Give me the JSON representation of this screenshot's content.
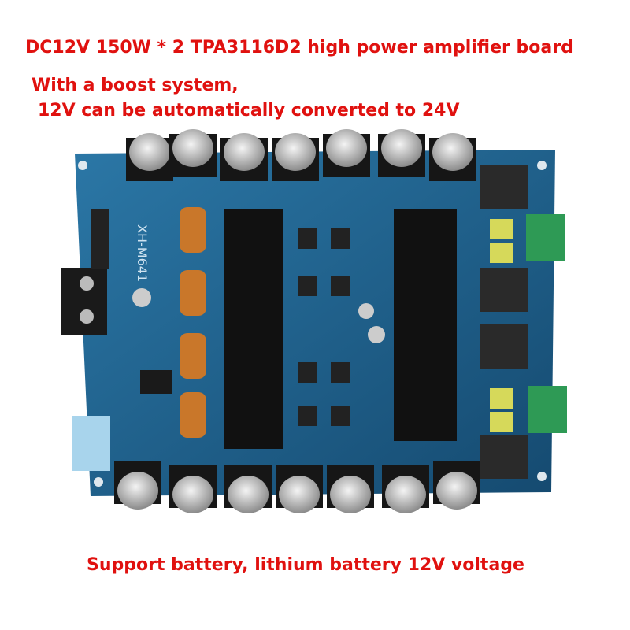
{
  "title": "DC12V 150W * 2 TPA3116D2 high power amplifier board",
  "subtitle_line1": "With a boost system,",
  "subtitle_line2": "12V can be automatically converted to 24V",
  "footer": "Support battery, lithium battery 12V voltage",
  "board": {
    "model_label": "XH-M641",
    "pcb_color": "#1d5f8a"
  },
  "colors": {
    "caption": "#e0110f"
  }
}
